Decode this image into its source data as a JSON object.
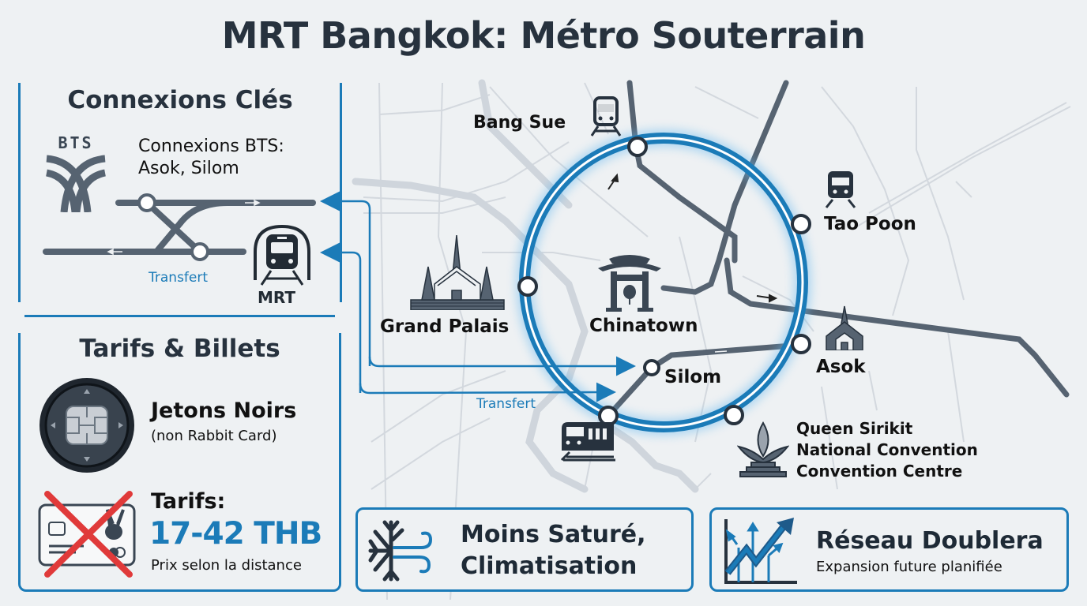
{
  "header": {
    "title": "MRT Bangkok: Métro Souterrain"
  },
  "colors": {
    "accent_blue": "#1b7bb8",
    "dark_slate": "#27323e",
    "track_gray": "#566371",
    "background": "#eef1f3",
    "cross_red": "#e03a3a"
  },
  "connections_panel": {
    "title": "Connexions Clés",
    "bts_logo_text": "BTS",
    "bts_line1": "Connexions BTS:",
    "bts_line2": "Asok, Silom",
    "transfer_label": "Transfert",
    "mrt_label": "MRT"
  },
  "fares_panel": {
    "title": "Tarifs & Billets",
    "tokens_title": "Jetons Noirs",
    "tokens_subtitle": "(non Rabbit Card)",
    "fares_title": "Tarifs:",
    "fares_range": "17-42 THB",
    "fares_note": "Prix selon la distance"
  },
  "map": {
    "stations": [
      {
        "name": "Bang Sue",
        "icon": "train-icon"
      },
      {
        "name": "Tao Poon",
        "icon": "train-icon"
      },
      {
        "name": "Grand Palais",
        "icon": "temple-icon"
      },
      {
        "name": "Chinatown",
        "icon": "gate-icon"
      },
      {
        "name": "Silom",
        "icon": ""
      },
      {
        "name": "Asok",
        "icon": "temple-icon"
      },
      {
        "name": "Queen Sirikit National Convention Convention Centre",
        "icon": "lotus-icon"
      }
    ],
    "qsncc_line1": "Queen Sirikit",
    "qsncc_line2": "National Convention",
    "qsncc_line3": "Convention Centre",
    "transfer_label": "Transfert"
  },
  "features": [
    {
      "icon": "snowflake-wind-icon",
      "line1": "Moins Saturé,",
      "line2": "Climatisation"
    },
    {
      "icon": "growth-chart-icon",
      "title": "Réseau Doublera",
      "subtitle": "Expansion future planifiée"
    }
  ]
}
